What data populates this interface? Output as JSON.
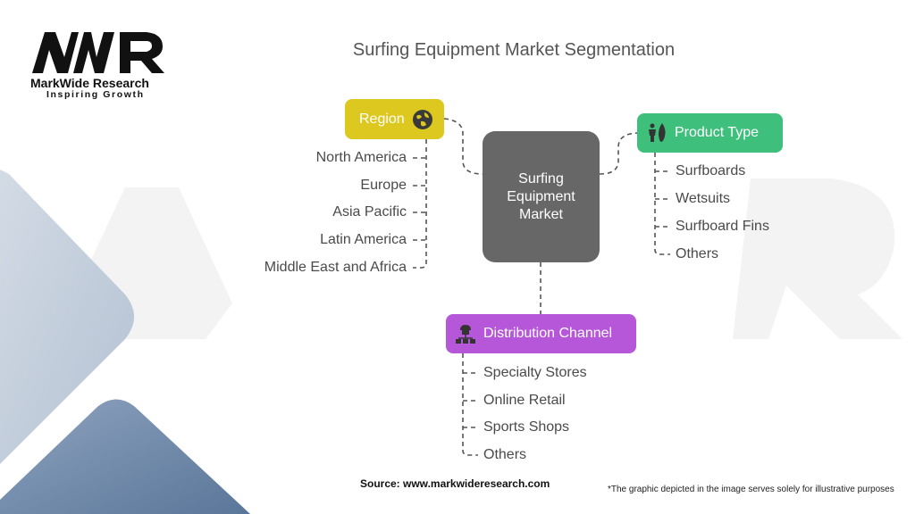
{
  "logo": {
    "mark": "MWR",
    "name": "MarkWide Research",
    "tagline": "Inspiring Growth"
  },
  "title": "Surfing Equipment Market Segmentation",
  "center": {
    "lines": [
      "Surfing",
      "Equipment",
      "Market"
    ]
  },
  "segments": {
    "region": {
      "label": "Region",
      "icon": "globe-icon",
      "color": "#dcc81e",
      "items": [
        "North America",
        "Europe",
        "Asia Pacific",
        "Latin America",
        "Middle East and Africa"
      ]
    },
    "product_type": {
      "label": "Product Type",
      "icon": "surfer-icon",
      "color": "#3fbf7c",
      "items": [
        "Surfboards",
        "Wetsuits",
        "Surfboard Fins",
        "Others"
      ]
    },
    "distribution_channel": {
      "label": "Distribution Channel",
      "icon": "network-icon",
      "color": "#b657da",
      "items": [
        "Specialty Stores",
        "Online Retail",
        "Sports Shops",
        "Others"
      ]
    }
  },
  "footer": {
    "source": "Source: www.markwideresearch.com",
    "disclaimer": "*The graphic depicted in the image serves solely for illustrative purposes"
  }
}
